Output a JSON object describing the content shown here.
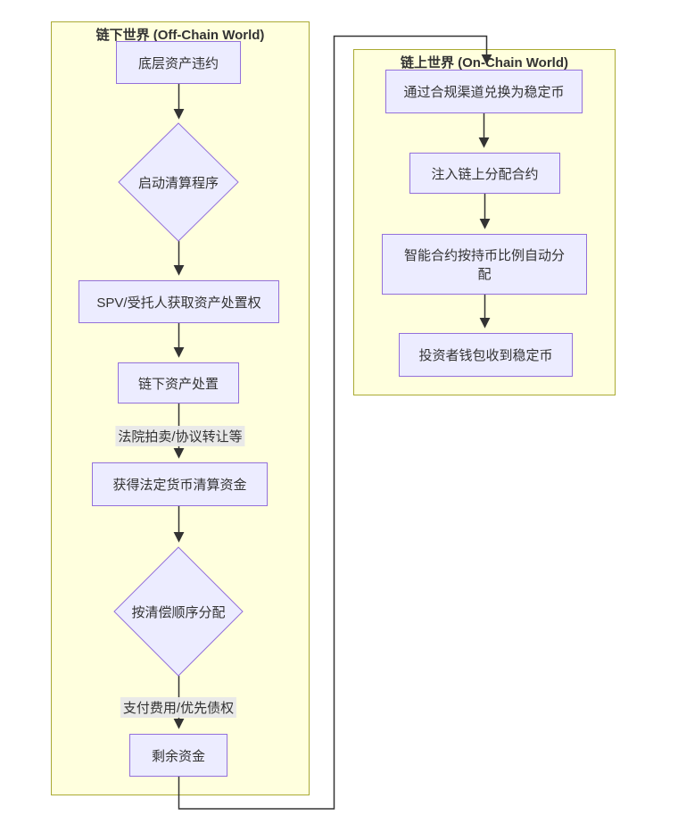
{
  "offchain": {
    "title": "链下世界 (Off-Chain World)",
    "nodes": {
      "default_trigger": "底层资产违约",
      "start_liquidation": "启动清算程序",
      "spv_rights": "SPV/受托人获取资产处置权",
      "offchain_disposal": "链下资产处置",
      "fiat_funds": "获得法定货币清算资金",
      "distribution_order": "按清偿顺序分配",
      "remaining_funds": "剩余资金"
    },
    "edge_labels": {
      "disposal_method": "法院拍卖/协议转让等",
      "priority_payment": "支付费用/优先债权"
    }
  },
  "onchain": {
    "title": "链上世界 (On-Chain World)",
    "nodes": {
      "convert_stablecoin": "通过合规渠道兑换为稳定币",
      "inject_contract": "注入链上分配合约",
      "smart_contract_distribution": "智能合约按持币比例自动分配",
      "investor_wallet": "投资者钱包收到稳定币"
    }
  },
  "colors": {
    "node_fill": "#ECECFF",
    "node_border": "#9370DB",
    "cluster_fill": "#ffffde",
    "cluster_border": "#aaaa33",
    "line": "#333333",
    "edge_label_bg": "#e8e8e8",
    "text": "#333333"
  }
}
